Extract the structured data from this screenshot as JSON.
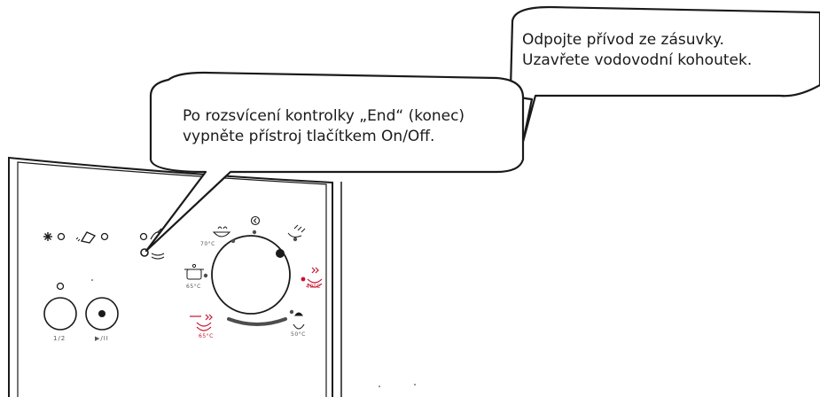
{
  "callouts": [
    {
      "lines": [
        "Odpojte přívod ze zásuvky.",
        "Uzavřete vodovodní kohoutek."
      ]
    },
    {
      "lines": [
        "Po rozsvícení kontrolky „End“ (konec)",
        "vypněte přístroj tlačítkem On/Off."
      ]
    }
  ],
  "panel": {
    "button_labels": {
      "half_load": "1/2",
      "start_pause": "▶/II"
    },
    "program_temps": {
      "p70": "70°C",
      "p65_pot": "65°C",
      "p40": "40°C",
      "p65_red": "65°C",
      "p50": "50°C"
    },
    "icons": [
      "snowflake-icon",
      "rinse-aid-icon",
      "salt-icon",
      "end-indicator-icon",
      "program-dial"
    ],
    "colors": {
      "accent_red": "#c8102e",
      "line": "#1a1a1a"
    }
  }
}
